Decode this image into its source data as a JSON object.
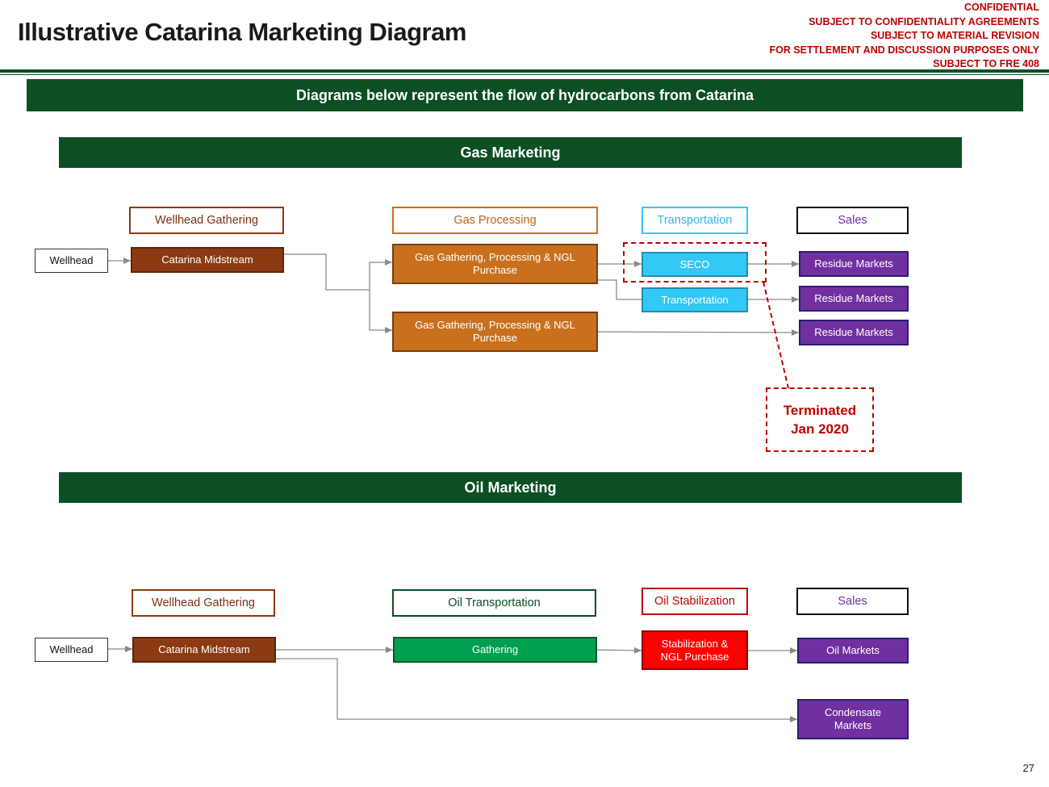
{
  "header": {
    "title": "Illustrative Catarina Marketing Diagram",
    "confidential": [
      "CONFIDENTIAL",
      "SUBJECT TO CONFIDENTIALITY AGREEMENTS",
      "SUBJECT TO MATERIAL REVISION",
      "FOR SETTLEMENT AND DISCUSSION PURPOSES ONLY",
      "SUBJECT TO FRE 408"
    ]
  },
  "banner": "Diagrams below represent the flow of hydrocarbons from Catarina",
  "gas": {
    "heading": "Gas Marketing",
    "col_headers": {
      "wellhead_gathering": "Wellhead Gathering",
      "processing": "Gas Processing",
      "transportation": "Transportation",
      "sales": "Sales"
    },
    "wellhead": "Wellhead",
    "midstream": "Catarina Midstream",
    "processing_1": "Gas Gathering, Processing & NGL Purchase",
    "processing_2": "Gas Gathering, Processing & NGL Purchase",
    "seco": "SECO",
    "transportation": "Transportation",
    "residue_1": "Residue Markets",
    "residue_2": "Residue Markets",
    "residue_3": "Residue Markets",
    "terminated": [
      "Terminated",
      "Jan 2020"
    ]
  },
  "oil": {
    "heading": "Oil Marketing",
    "col_headers": {
      "wellhead_gathering": "Wellhead Gathering",
      "transportation": "Oil Transportation",
      "stabilization": "Oil Stabilization",
      "sales": "Sales"
    },
    "wellhead": "Wellhead",
    "midstream": "Catarina Midstream",
    "gathering": "Gathering",
    "stabilization": "Stabilization & NGL Purchase",
    "oil_markets": "Oil Markets",
    "condensate_markets": "Condensate Markets"
  },
  "page_number": "27",
  "colors": {
    "dark_green": "#0b4f23",
    "brown": "#8b3a14",
    "orange": "#c8701e",
    "light_blue": "#33c8f5",
    "purple": "#7030a0",
    "green": "#00a050",
    "red": "#ff0000",
    "confidential_red": "#c00000"
  }
}
